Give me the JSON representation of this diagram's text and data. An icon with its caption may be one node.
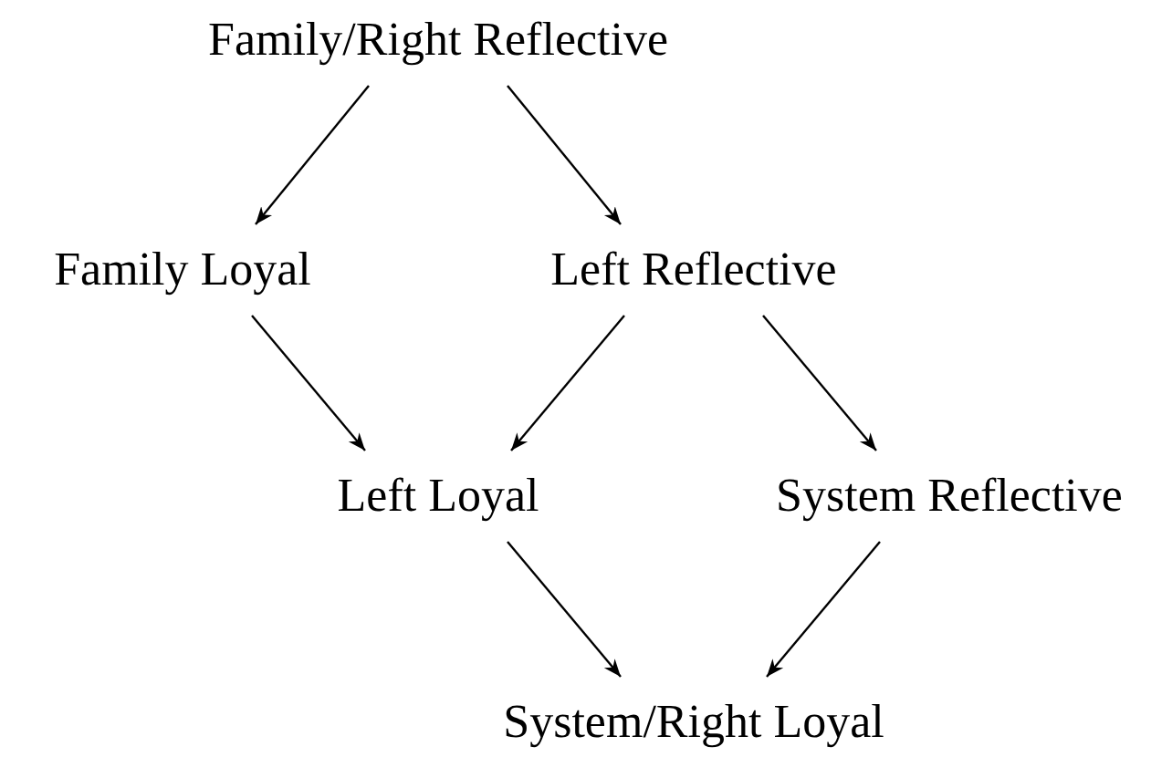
{
  "diagram": {
    "nodes": [
      {
        "text": [
          "Family/Right Reflective"
        ]
      },
      {
        "text": [
          "Family Loyal"
        ]
      },
      {
        "text": [
          "Left Reflective"
        ]
      },
      {
        "text": [
          "Left Loyal"
        ]
      },
      {
        "text": [
          "System Reflective"
        ]
      },
      {
        "text": [
          "System/Right Loyal"
        ]
      }
    ],
    "edges": [
      {
        "from": 0,
        "to": 1,
        "arrow": "to"
      },
      {
        "from": 0,
        "to": 2,
        "arrow": "to"
      },
      {
        "from": 1,
        "to": 3,
        "arrow": "to"
      },
      {
        "from": 2,
        "to": 3,
        "arrow": "to"
      },
      {
        "from": 2,
        "to": 4,
        "arrow": "to"
      },
      {
        "from": 3,
        "to": 5,
        "arrow": "to"
      },
      {
        "from": 4,
        "to": 5,
        "arrow": "to"
      }
    ]
  }
}
